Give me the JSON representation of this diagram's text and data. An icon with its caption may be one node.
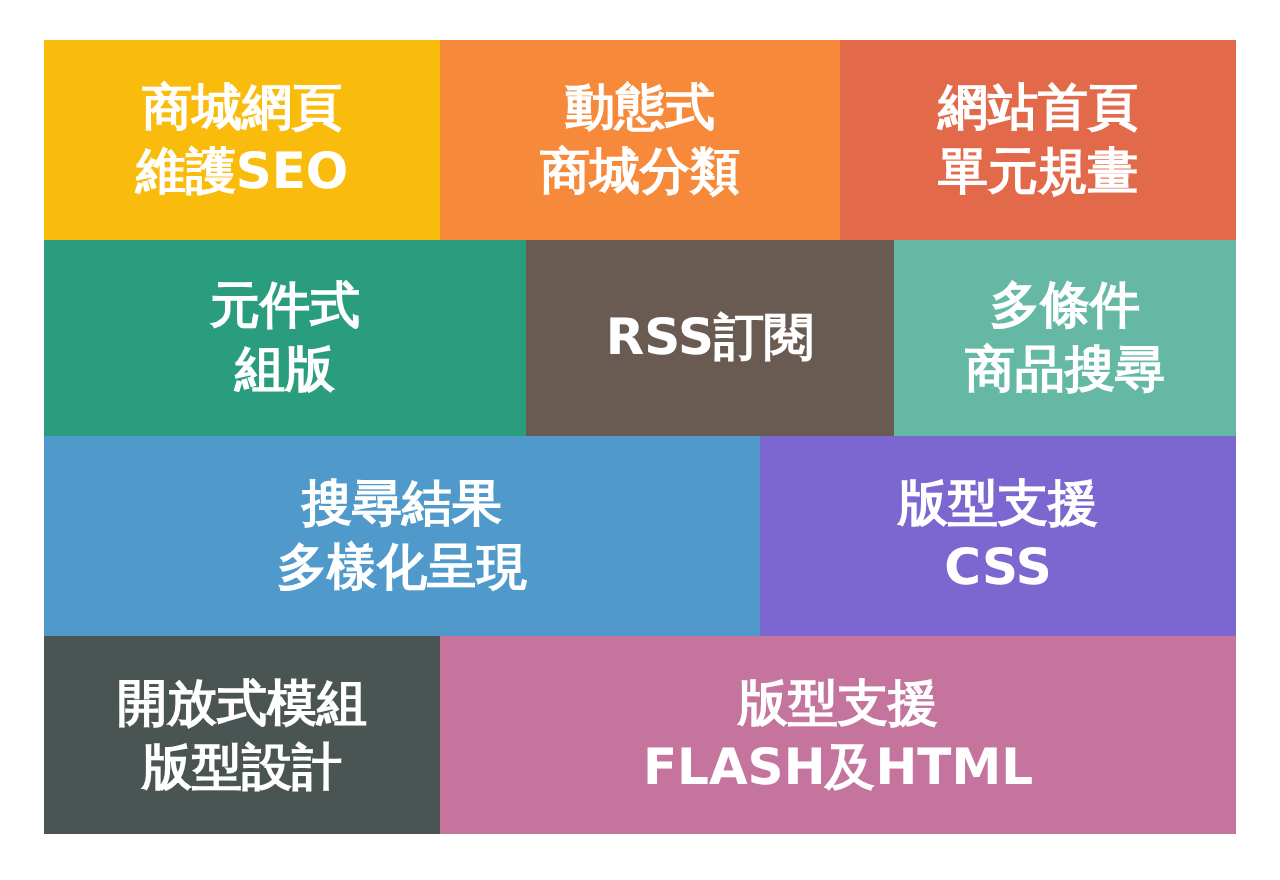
{
  "diagram": {
    "nodes": [
      {
        "text": [
          "商城網頁維護SEO"
        ]
      },
      {
        "text": [
          "動態式商城分類"
        ]
      },
      {
        "text": [
          "網站首頁單元規畫"
        ]
      },
      {
        "text": [
          "元件式組版"
        ]
      },
      {
        "text": [
          "RSS訂閱"
        ]
      },
      {
        "text": [
          "多條件商品搜尋"
        ]
      },
      {
        "text": [
          "搜尋結果多樣化呈現"
        ]
      },
      {
        "text": [
          "版型支援CSS"
        ]
      },
      {
        "text": [
          "開放式模組版型設計"
        ]
      },
      {
        "text": [
          "版型支援FLASH及HTML"
        ]
      }
    ],
    "edges": []
  }
}
